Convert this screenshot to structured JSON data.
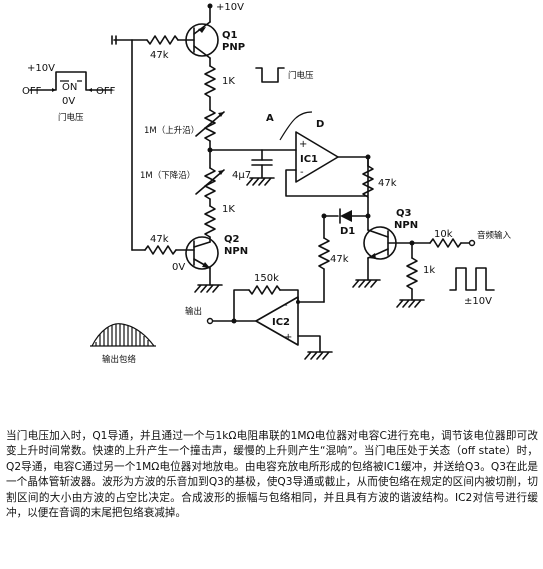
{
  "supply": {
    "top": "+10V",
    "bottom": "0V"
  },
  "gate_input": {
    "level_high": "+10V",
    "off_left": "OFF",
    "on": "ON",
    "level_low": "0V",
    "off_right": "OFF",
    "caption": "门电压"
  },
  "gate_pulse_label": "门电压",
  "components": {
    "q1": {
      "name": "Q1",
      "type": "PNP"
    },
    "q2": {
      "name": "Q2",
      "type": "NPN"
    },
    "q3": {
      "name": "Q3",
      "type": "NPN"
    },
    "ic1": "IC1",
    "ic2": "IC2",
    "d1": "D1",
    "r_q1_base": "47k",
    "r_q1_collector": "1K",
    "pot_rise": "1M（上升沿）",
    "pot_fall": "1M（下降沿）",
    "r_q2_collector": "1K",
    "r_q2_base": "47k",
    "capacitor": "4μ7",
    "r_ic1_out": "47k",
    "r_d1": "47k",
    "r_feedback": "150k",
    "r_audio_in": "10k",
    "r_q3_emitter": "1k",
    "point_a": "A",
    "point_d": "D",
    "ic1_plus": "+",
    "ic1_minus": "-",
    "ic2_plus": "+",
    "ic2_minus": "-"
  },
  "audio_input_label": "音频输入",
  "audio_level": "±10V",
  "output_label": "输出",
  "envelope_label": "输出包络",
  "description": "当门电压加入时，Q1导通，并且通过一个与1kΩ电阻串联的1MΩ电位器对电容C进行充电，调节该电位器即可改变上升时间常数。快速的上升产生一个撞击声，缓慢的上升则产生“混响”。当门电压处于关态（off state）时，Q2导通，电容C通过另一个1MΩ电位器对地放电。由电容充放电所形成的包络被IC1缓冲，并送给Q3。Q3在此是一个晶体管斩波器。波形为方波的乐音加到Q3的基极，使Q3导通或截止，从而使包络在规定的区间内被切削，切割区间的大小由方波的占空比决定。合成波形的振幅与包络相同，并且具有方波的谐波结构。IC2对信号进行缓冲，以便在音调的末尾把包络衰减掉。"
}
